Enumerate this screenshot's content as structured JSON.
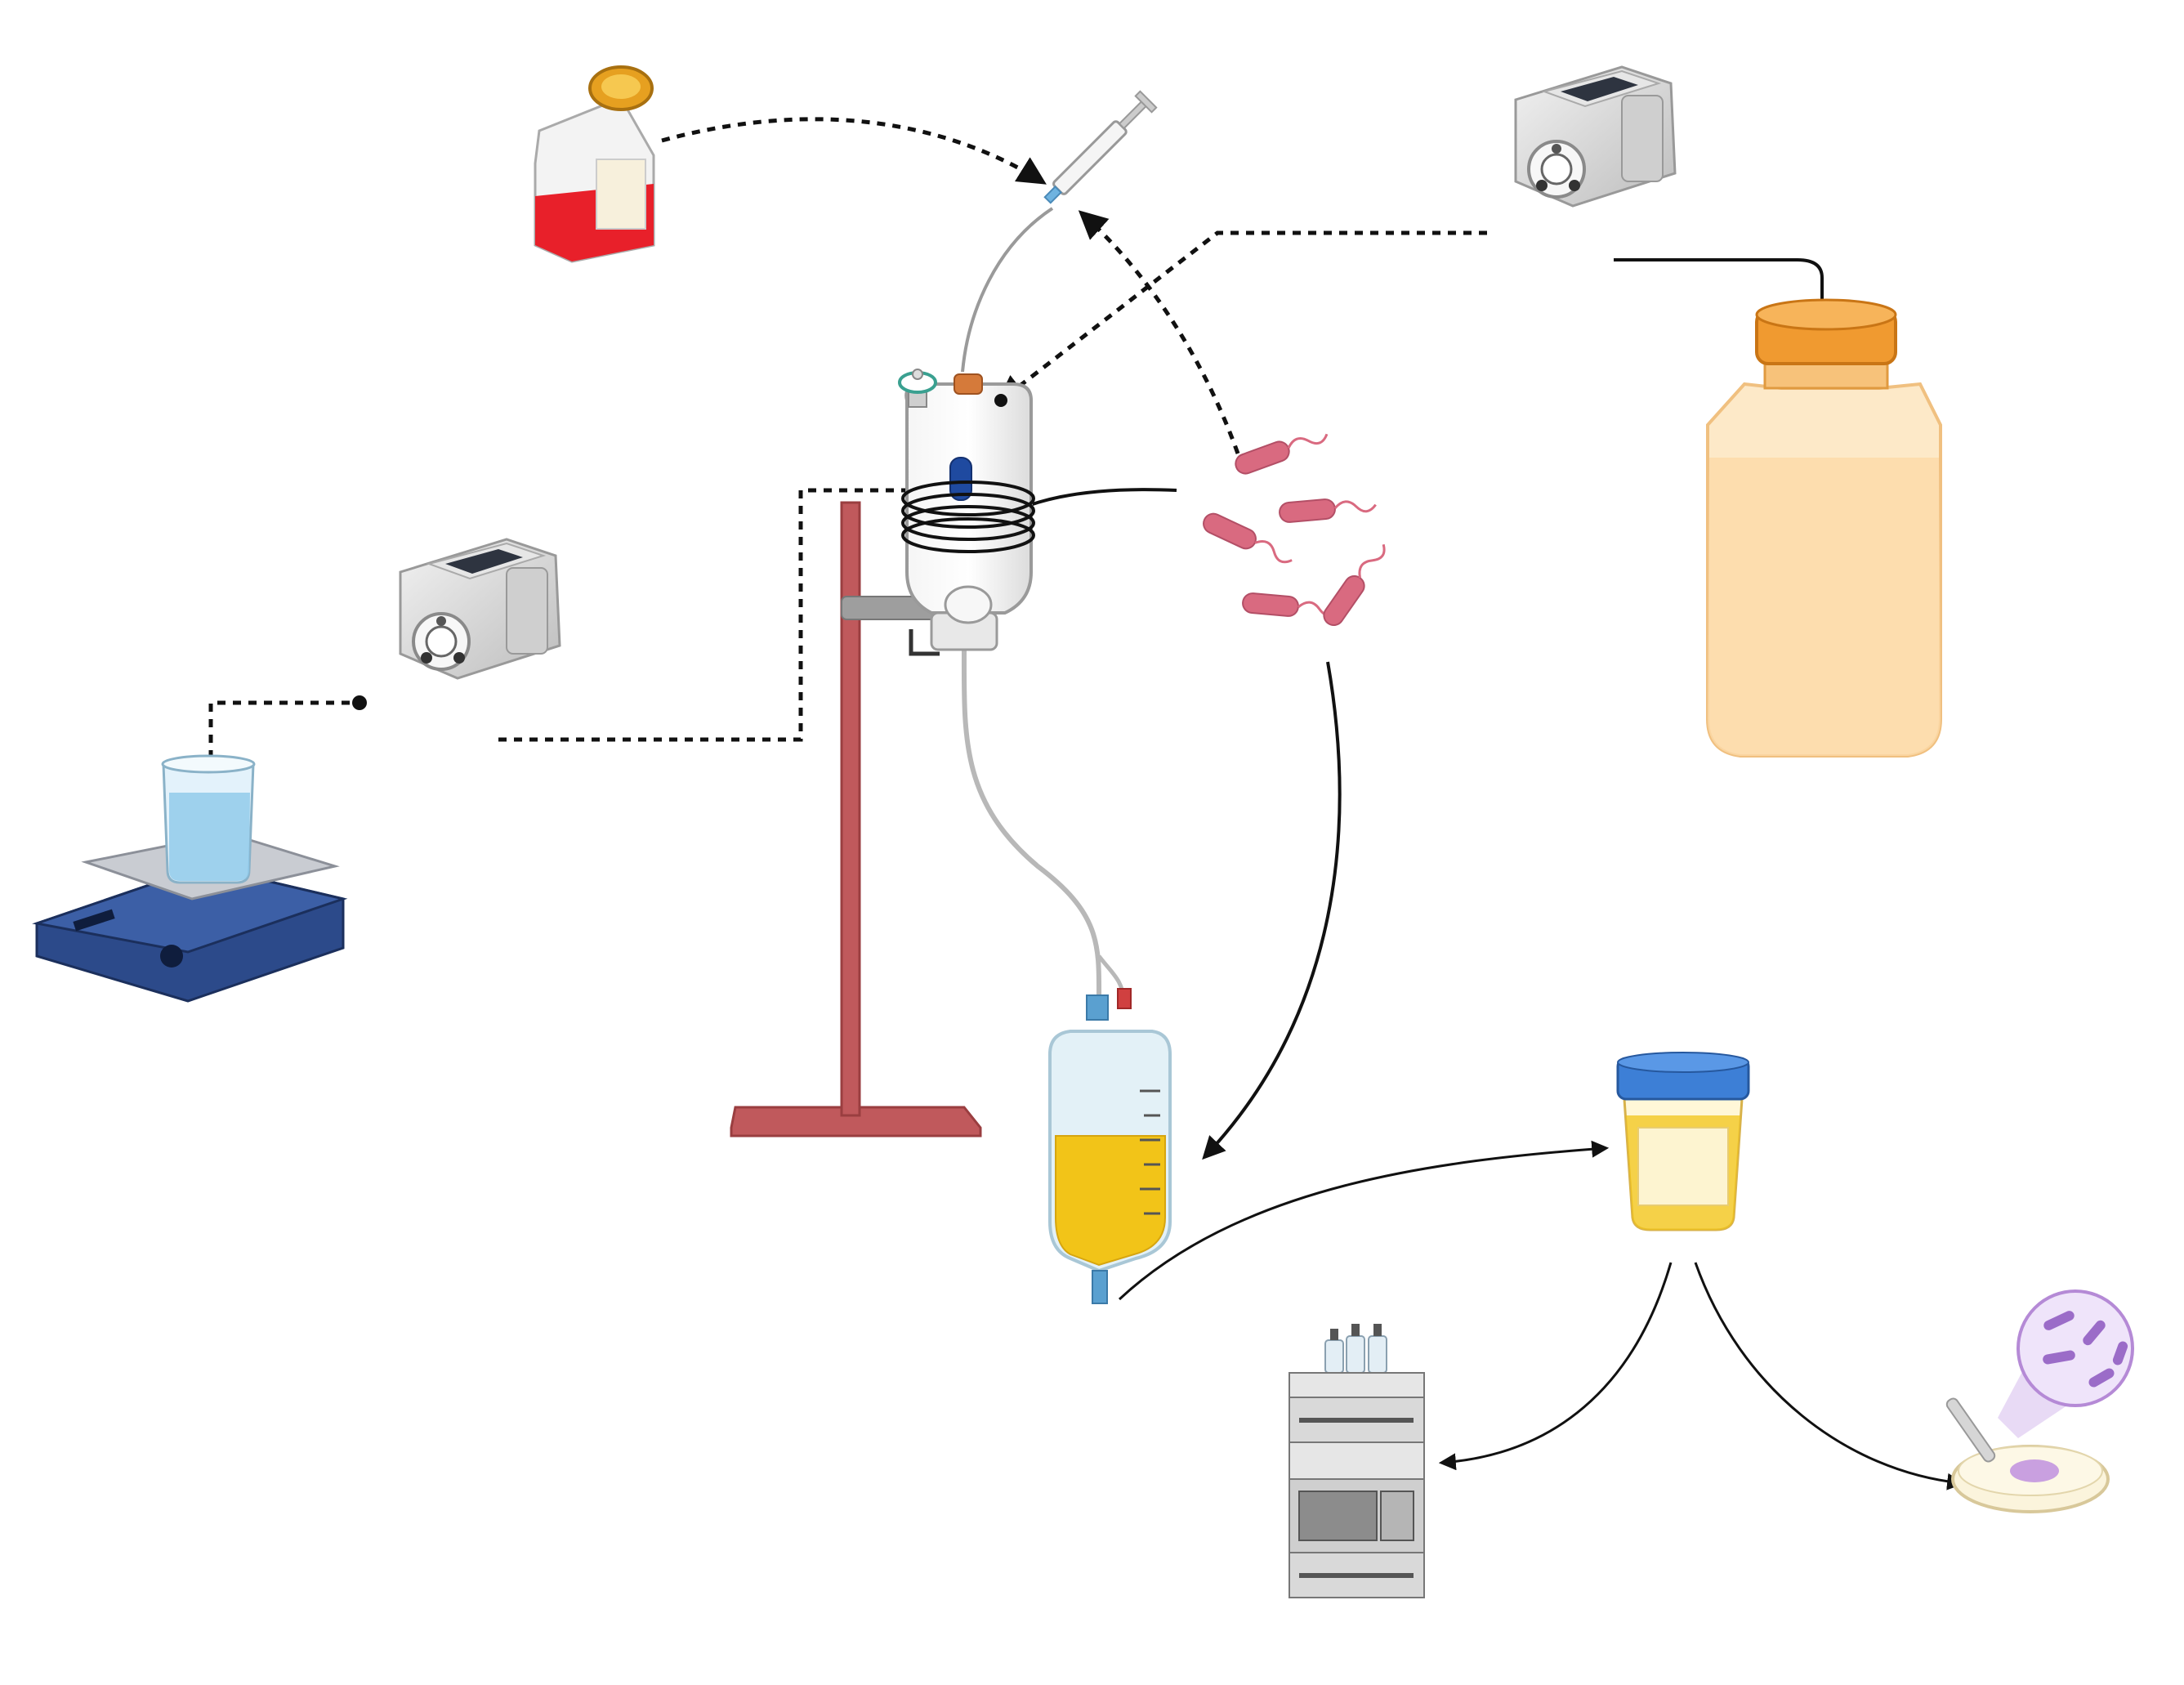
{
  "diagram": {
    "elements": [
      {
        "name": "magnetic-stirrer-with-beaker",
        "kind": "equipment"
      },
      {
        "name": "peristaltic-pump-left",
        "kind": "equipment"
      },
      {
        "name": "peristaltic-pump-top-right",
        "kind": "equipment"
      },
      {
        "name": "medium-bottle-orange-cap",
        "kind": "container"
      },
      {
        "name": "culture-flask-red-medium",
        "kind": "container"
      },
      {
        "name": "syringe",
        "kind": "equipment"
      },
      {
        "name": "glass-bladder-vessel",
        "kind": "equipment"
      },
      {
        "name": "retort-stand",
        "kind": "equipment"
      },
      {
        "name": "bacteria-cluster",
        "kind": "organism"
      },
      {
        "name": "urine-drainage-bag",
        "kind": "container"
      },
      {
        "name": "urine-specimen-cup",
        "kind": "container"
      },
      {
        "name": "hplc-system",
        "kind": "equipment"
      },
      {
        "name": "agar-plate-with-magnifier",
        "kind": "equipment"
      }
    ],
    "colors": {
      "pump_body": "#d9d9d9",
      "stirrer_blue": "#2c4a8a",
      "bottle_orange_cap": "#f0a040",
      "bottle_liquid": "#fce4c0",
      "flask_red": "#e8202a",
      "stand_red": "#c0595c",
      "bacteria_pink": "#d96a80",
      "urine_yellow": "#f2c418",
      "cup_blue_cap": "#3d7fd6",
      "petri_purple": "#c9a0e0",
      "arrow": "#111111"
    }
  }
}
